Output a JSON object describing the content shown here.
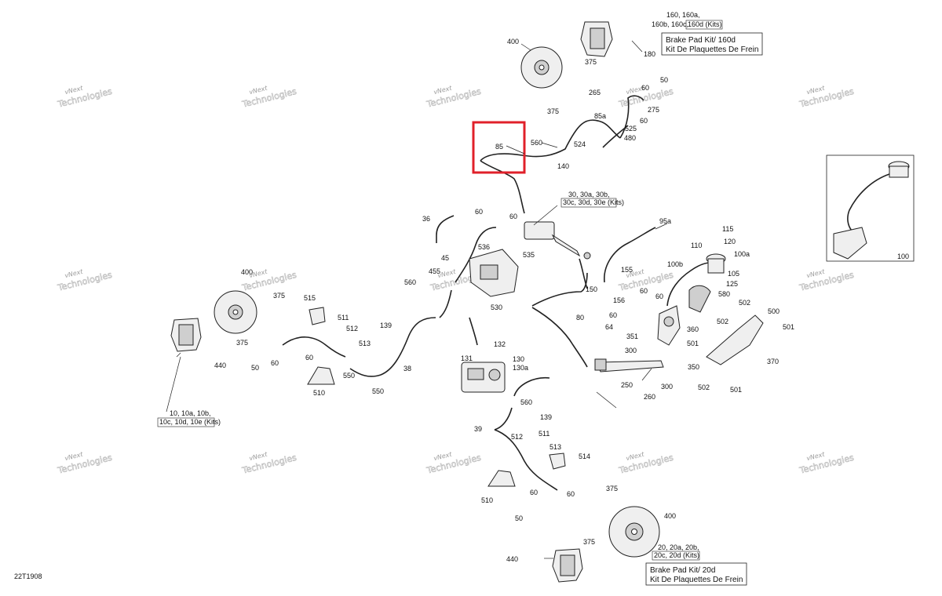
{
  "diagram_code": "22T1908",
  "watermark": {
    "line1": "vNext",
    "line2": "Technologies"
  },
  "highlight": {
    "label": "85",
    "color": "#e0202a"
  },
  "kit_boxes": {
    "front_right_caliper": {
      "line1": "160, 160a,",
      "line2a": "160b, 160c,",
      "line2b": "160d (Kits)"
    },
    "brake_pad_top": {
      "line1": "Brake Pad Kit/ 160d",
      "line2": "Kit De Plaquettes De Frein"
    },
    "master_cylinder": {
      "line1": "30, 30a, 30b,",
      "line2": "30c, 30d, 30e (Kits)"
    },
    "front_left_caliper": {
      "line1": "10, 10a, 10b,",
      "line2": "10c, 10d, 10e (Kits)"
    },
    "rear_caliper": {
      "line1": "20, 20a, 20b,",
      "line2": "20c, 20d (Kits)"
    },
    "brake_pad_bottom": {
      "line1": "Brake Pad Kit/ 20d",
      "line2": "Kit De Plaquettes De Frein"
    },
    "inset_label": "100"
  },
  "labels": [
    "400",
    "180",
    "375",
    "265",
    "60",
    "50",
    "275",
    "375",
    "85a",
    "525",
    "60",
    "524",
    "480",
    "560",
    "140",
    "85",
    "36",
    "60",
    "60",
    "45",
    "536",
    "535",
    "560",
    "455",
    "530",
    "150",
    "80",
    "95a",
    "115",
    "120",
    "110",
    "100a",
    "100b",
    "105",
    "125",
    "155",
    "60",
    "156",
    "60",
    "580",
    "60",
    "64",
    "351",
    "360",
    "502",
    "500",
    "501",
    "502",
    "501",
    "300",
    "350",
    "370",
    "250",
    "260",
    "300",
    "502",
    "501",
    "400",
    "375",
    "515",
    "511",
    "512",
    "513",
    "139",
    "375",
    "60",
    "60",
    "50",
    "440",
    "510",
    "550",
    "550",
    "38",
    "132",
    "131",
    "130",
    "130a",
    "560",
    "139",
    "39",
    "512",
    "511",
    "513",
    "514",
    "510",
    "60",
    "60",
    "50",
    "375",
    "400",
    "375",
    "440"
  ]
}
